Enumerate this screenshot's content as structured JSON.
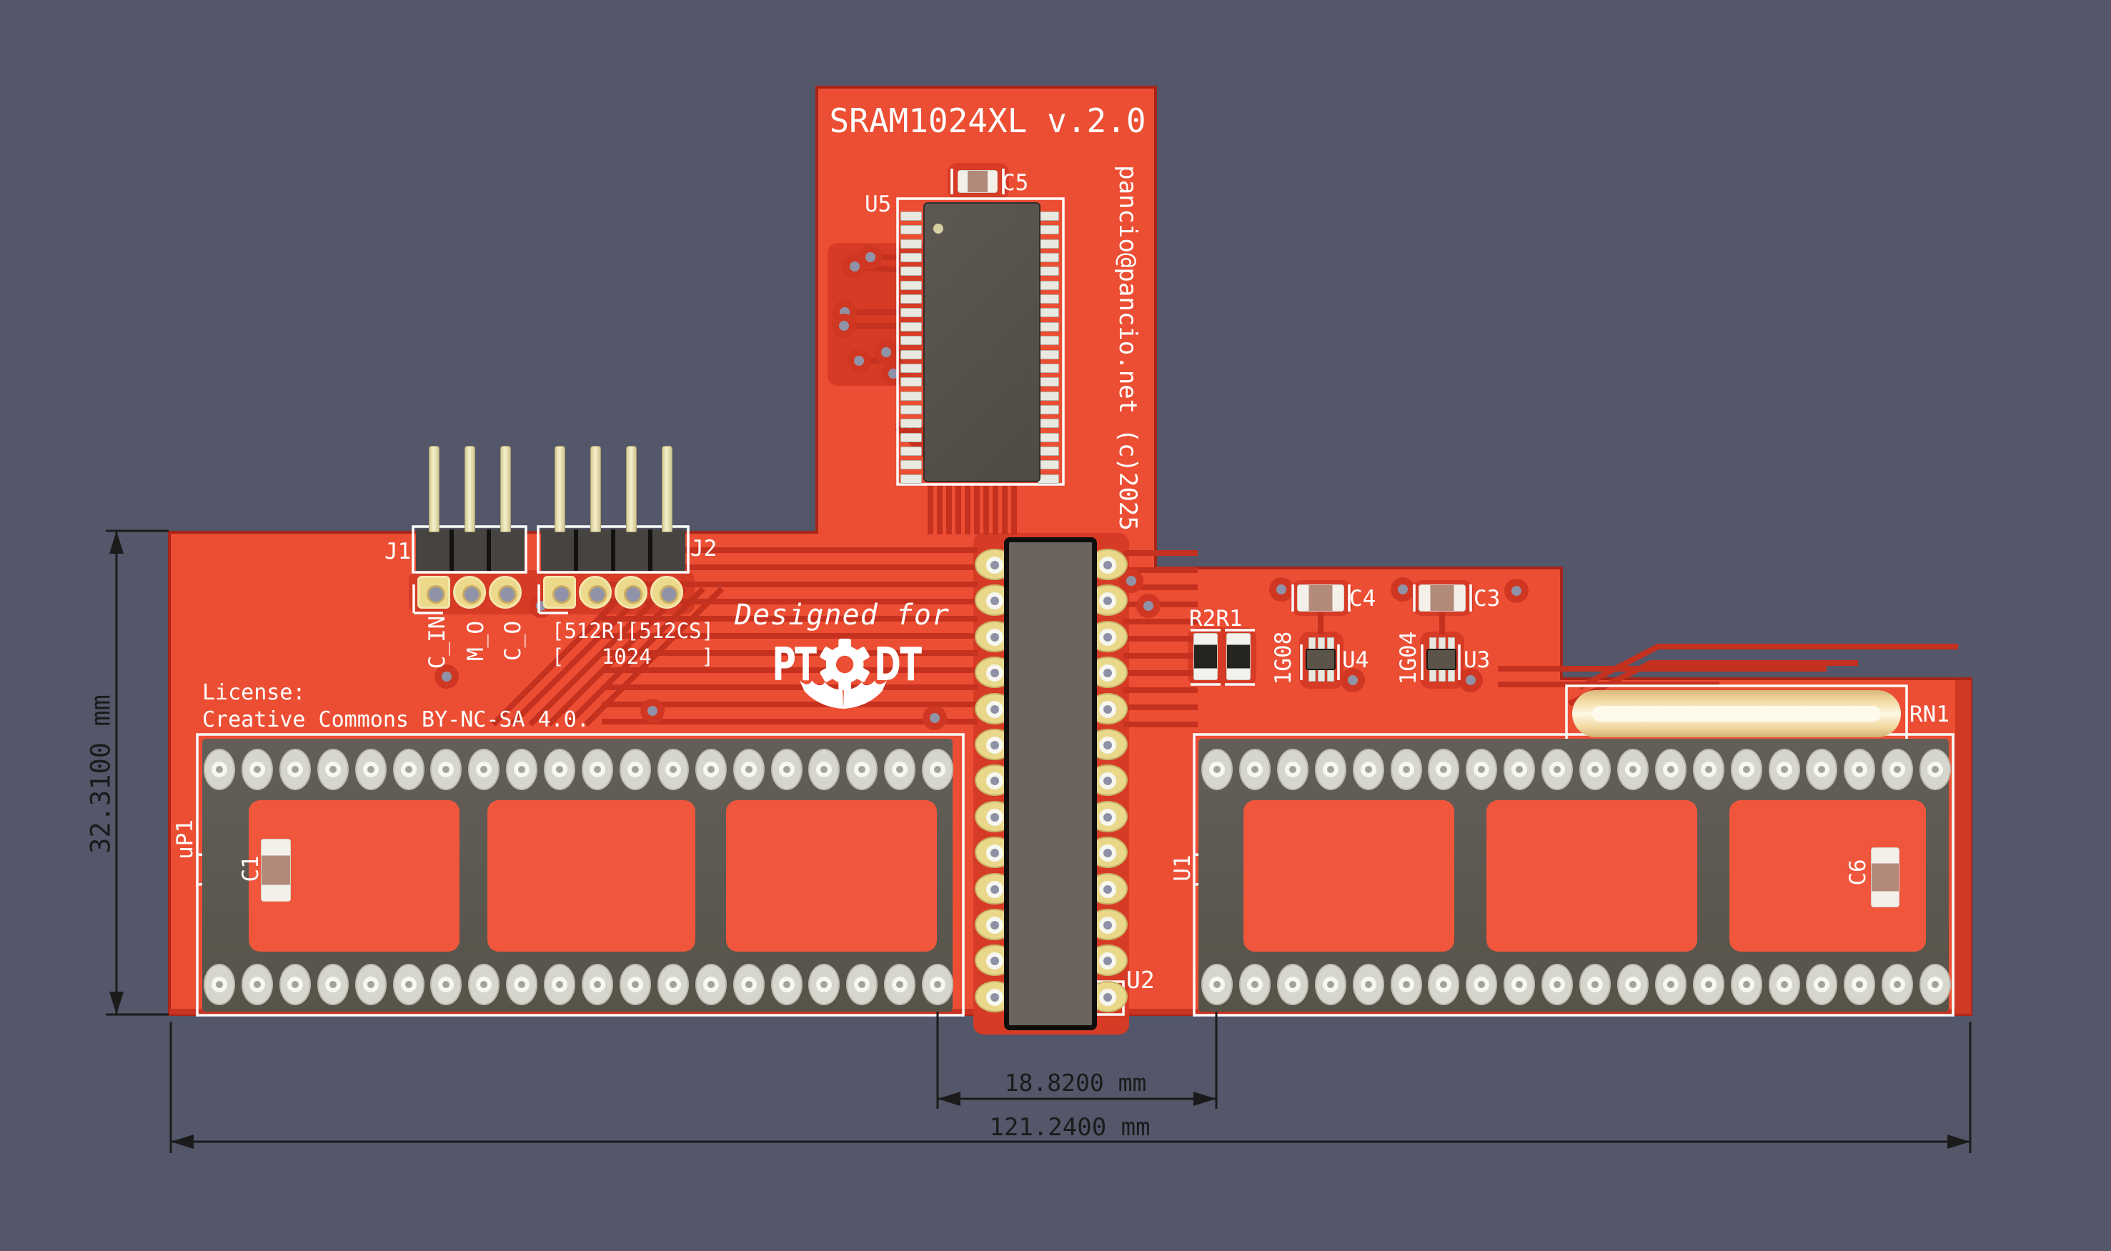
{
  "view": {
    "type": "pcb-3d-render"
  },
  "board": {
    "title": "SRAM1024XL v.2.0",
    "author_note": "pancio@pancio.net (c)2025",
    "designed_for": "Designed for",
    "logo": {
      "left": "PT",
      "right": "DT",
      "gear_icon": "gear"
    },
    "license_label": "License:",
    "license_value": "Creative Commons BY-NC-SA 4.0.",
    "option_row1": "[512R][512CS]",
    "option_row2": "[   1024    ]",
    "signal_labels": [
      "C_IN",
      "M_O",
      "C_O"
    ]
  },
  "designators": {
    "u5": "U5",
    "c5": "C5",
    "j1": "J1",
    "j2": "J2",
    "r2r1": "R2R1",
    "g08": "1G08",
    "u4": "U4",
    "g04": "1G04",
    "u3": "U3",
    "c4": "C4",
    "c3": "C3",
    "rn1": "RN1",
    "up1": "uP1",
    "c1": "C1",
    "u1": "U1",
    "c6": "C6",
    "u2": "U2"
  },
  "dimensions": {
    "board_height": "32.3100 mm",
    "connector_span": "18.8200 mm",
    "board_width": "121.2400 mm"
  },
  "colors": {
    "background_top": "#aaacc3",
    "background_bottom": "#54566a",
    "board_red": "#ec4e34",
    "board_red_light": "#f0563c",
    "zone_dark": "#d63b26",
    "trace_dark": "#c5311f",
    "board_edge": "#a82517",
    "silkscreen": "#ffffff",
    "socket_body": "#5b5650",
    "connector_body": "#6b645d",
    "ic_body": "#55504a",
    "header_pin": "#f2ebc0",
    "pad_gold": "#e9d88a",
    "hole_gray": "#9093a8",
    "cap_body": "#b28a7a",
    "cap_end": "#f2f0e9",
    "rn1_body": "#f3d9a2",
    "dimension_ink": "#1b1b1b"
  }
}
